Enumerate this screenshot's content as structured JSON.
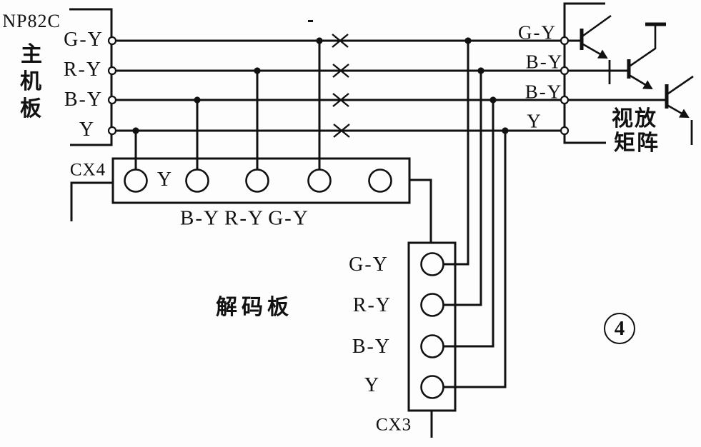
{
  "figure": {
    "number": "4"
  },
  "main_board": {
    "chip_label": "NP82C",
    "name_chars": [
      "主",
      "机",
      "板"
    ],
    "ports": [
      "G-Y",
      "R-Y",
      "B-Y",
      "Y"
    ]
  },
  "signal_lines": {
    "count": 4,
    "cut_marks": "x-cross on each of the four lines",
    "names": [
      "G-Y",
      "R-Y",
      "B-Y",
      "Y"
    ]
  },
  "cx4_connector": {
    "label": "CX4",
    "inline_pin_label": "Y",
    "pin_labels_below": [
      "B-Y",
      "R-Y",
      "G-Y"
    ],
    "pin_count": 5
  },
  "decoder_board": {
    "name": "解码板"
  },
  "cx3_connector": {
    "label": "CX3",
    "ports": [
      "G-Y",
      "R-Y",
      "B-Y",
      "Y"
    ],
    "pin_count": 4
  },
  "video_amp_matrix": {
    "name_line1": "视放",
    "name_line2": "矩阵",
    "ports": [
      "G-Y",
      "B-Y",
      "B-Y",
      "Y"
    ],
    "transistor_count": 3
  },
  "colors": {
    "ink": "#111111",
    "paper": "#fdfdfd"
  }
}
